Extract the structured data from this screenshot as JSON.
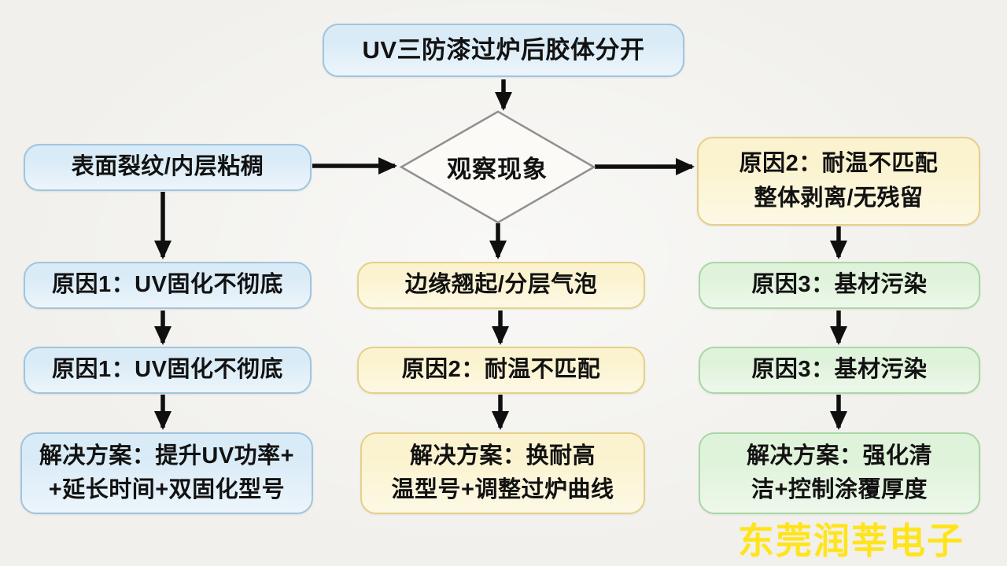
{
  "colors": {
    "background": "#F1F0EC",
    "blue_fill": "#D9EBF7",
    "blue_border": "#9FC5DE",
    "yellow_fill": "#FBF3CF",
    "yellow_border": "#E6D089",
    "green_fill": "#DFF2DA",
    "green_border": "#A9D8A4",
    "diamond_fill": "#FBFAF7",
    "diamond_border": "#909090",
    "arrow": "#0F0F0F",
    "watermark": "#FFE41C"
  },
  "flowchart": {
    "start": "UV三防漆过炉后胶体分开",
    "decision": "观察现象",
    "left": {
      "phenomenon": "表面裂纹/内层粘稠",
      "cause1": "原因1：UV固化不彻底",
      "cause2": "原因1：UV固化不彻底",
      "solution": "解决方案：提升UV功率+\n+延长时间+双固化型号"
    },
    "middle": {
      "phenomenon": "边缘翘起/分层气泡",
      "cause": "原因2：耐温不匹配",
      "solution": "解决方案：换耐高\n温型号+调整过炉曲线"
    },
    "right": {
      "phenomenon": "原因2：耐温不匹配\n整体剥离/无残留",
      "cause1": "原因3：基材污染",
      "cause2": "原因3：基材污染",
      "solution": "解决方案：强化清\n洁+控制涂覆厚度"
    }
  },
  "watermark": "东莞润莘电子"
}
